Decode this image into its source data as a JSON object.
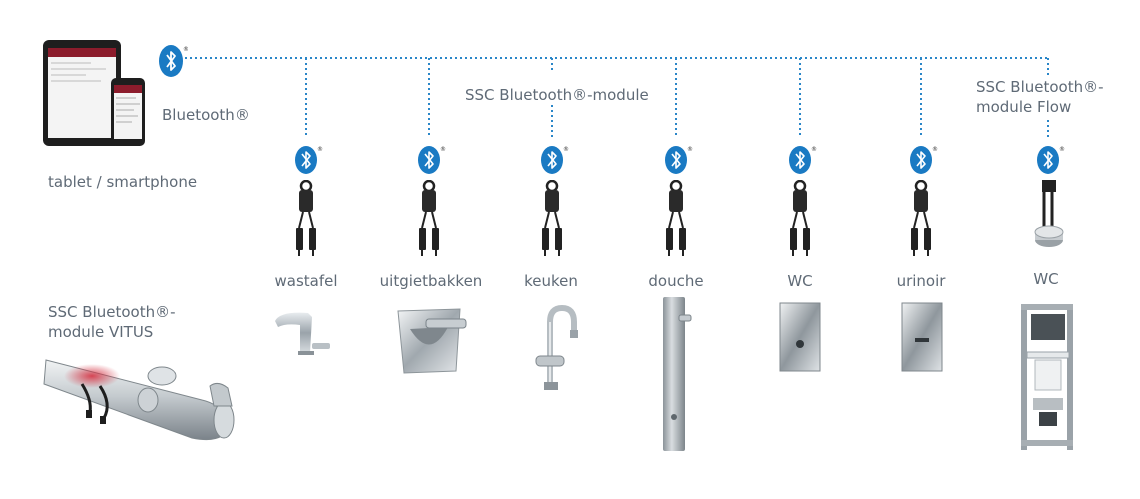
{
  "header_labels": {
    "device": "tablet / smartphone",
    "bluetooth": "Bluetooth®",
    "module": "SSC Bluetooth®-module",
    "flow_line1": "SSC Bluetooth®-",
    "flow_line2": "module Flow",
    "vitus_line1": "SSC Bluetooth®-",
    "vitus_line2": "module VITUS"
  },
  "fixtures": [
    {
      "label": "wastafel"
    },
    {
      "label": "uitgietbakken"
    },
    {
      "label": "keuken"
    },
    {
      "label": "douche"
    },
    {
      "label": "WC"
    },
    {
      "label": "urinoir"
    },
    {
      "label": "WC"
    }
  ],
  "colors": {
    "bluetooth_blue": "#1a7ac3",
    "dotted_line": "#2a86c8",
    "tablet_red": "#8c1c2c",
    "text": "#5f6a76"
  },
  "icons": {
    "bluetooth": "bluetooth-icon",
    "tablet": "tablet-icon",
    "smartphone": "smartphone-icon",
    "module": "ssc-module-icon"
  }
}
